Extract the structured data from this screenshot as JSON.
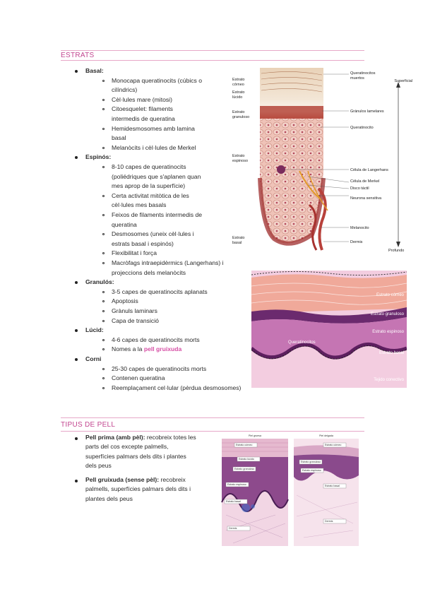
{
  "section1": {
    "heading": "ESTRATS",
    "basal": {
      "title": "Basal:",
      "items": [
        [
          "Monocapa queratinocits (cúbics o",
          "cilíndrics)"
        ],
        [
          "Cèl·lules mare (mitosi)"
        ],
        [
          "Citoesquelet: filaments",
          "intermedis de queratina"
        ],
        [
          "Hemidesmosomes amb lamina",
          "basal"
        ],
        [
          "Melanòcits i cèl·lules de Merkel"
        ]
      ]
    },
    "espinos": {
      "title": "Espinós:",
      "items": [
        [
          "8-10 capes de queratinocits",
          "(poliédriques que s'aplanen quan",
          "mes aprop de la superfície)"
        ],
        [
          "Certa activitat mitòtica de les",
          "cèl·lules mes basals"
        ],
        [
          "Feixos de filaments intermedis de",
          "queratina"
        ],
        [
          "Desmosomes (uneix cèl·lules i",
          "estrats basal i espinós)"
        ],
        [
          "Flexibilitat i força"
        ],
        [
          "Macròfags intraepidèrmics (Langerhans) i",
          "projeccions dels melanòcits"
        ]
      ]
    },
    "granulos": {
      "title": "Granulós:",
      "items": [
        [
          "3-5 capes de queratinocits aplanats"
        ],
        [
          "Apoptosis"
        ],
        [
          "Grànuls laminars"
        ],
        [
          "Capa de transició"
        ]
      ]
    },
    "lucid": {
      "title": "Lúcid:",
      "items": [
        [
          "4-6 capes de queratinocits morts"
        ]
      ],
      "last_prefix": "Nomes a la ",
      "last_highlight": "pell gruixuda"
    },
    "corni": {
      "title": "Corni",
      "items": [
        [
          "25-30 capes de queratinocits morts"
        ],
        [
          "Contenen queratina"
        ],
        [
          "Reemplaçament cel·lular (pèrdua desmosomes)"
        ]
      ]
    }
  },
  "section2": {
    "heading": "TIPUS DE PELL",
    "prima_title": "Pell prima (amb pèl):",
    "prima_lines": [
      " recobreix totes les",
      "parts del cos excepte palmells,",
      "superfícies palmars dels dits i plantes",
      "dels peus"
    ],
    "gruixuda_title": "Pell gruixuda (sense pèl):",
    "gruixuda_lines": [
      " recobreix",
      "palmells, superfícies palmars dels dits i",
      "plantes dels peus"
    ]
  },
  "figure1": {
    "left_labels": [
      "Estrato",
      "córneo",
      "Estrato",
      "lúcido",
      "Estrato",
      "granuloso",
      "Estrato",
      "espinoso",
      "Estrato",
      "basal"
    ],
    "right_labels": [
      "Queratinocitos",
      "muertos",
      "Gránulos lamelares",
      "Queratinocito",
      "Célula de Langerhans",
      "Célula de Merkel",
      "Disco táctil",
      "Neurona sensitiva",
      "Melanocito",
      "Dermis"
    ],
    "superficial": "Superficial",
    "profundo": "Profundo"
  },
  "figure2": {
    "labels": [
      "Estrato córneo",
      "Estrato granuloso",
      "Estrato espinoso",
      "Queratinocitos",
      "Estrato basal",
      "Tejido conectivo"
    ]
  },
  "figure3": {
    "left_title": "Piel gruesa",
    "right_title": "Piel delgada",
    "left_labels": [
      "Estrato córneo",
      "Estrato lúcido",
      "Estrato granuloso",
      "Estrato espinoso",
      "Estrato basal",
      "Dermis"
    ],
    "right_labels": [
      "Estrato córneo",
      "Estrato granuloso",
      "Estrato espinoso",
      "Estrato basal",
      "Dermis"
    ]
  }
}
